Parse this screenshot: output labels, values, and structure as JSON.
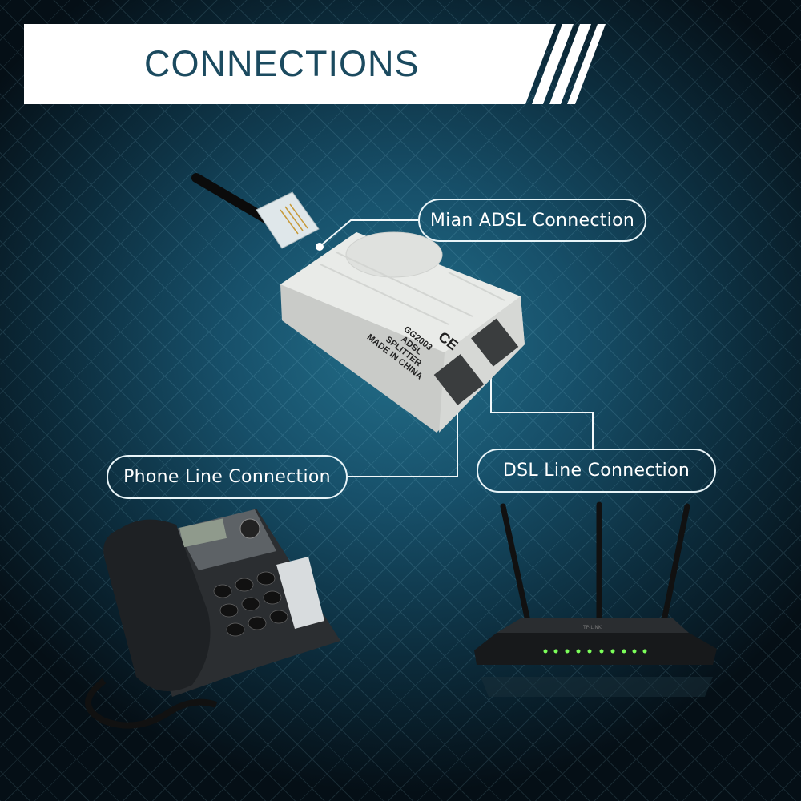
{
  "header": {
    "title": "CONNECTIONS"
  },
  "labels": {
    "main_adsl": "Mian ADSL Connection",
    "phone_line": "Phone Line Connection",
    "dsl_line": "DSL Line Connection"
  },
  "splitter": {
    "markings": [
      "GG2003",
      "ADSL",
      "SPLITTER",
      "MADE IN CHINA"
    ],
    "ce_mark": "CE"
  },
  "router": {
    "brand": "TP-LINK"
  },
  "colors": {
    "title": "#1b4a5f",
    "background_center": "#236f8a",
    "background_edge": "#050f16",
    "router_led": "#7cff5a"
  }
}
